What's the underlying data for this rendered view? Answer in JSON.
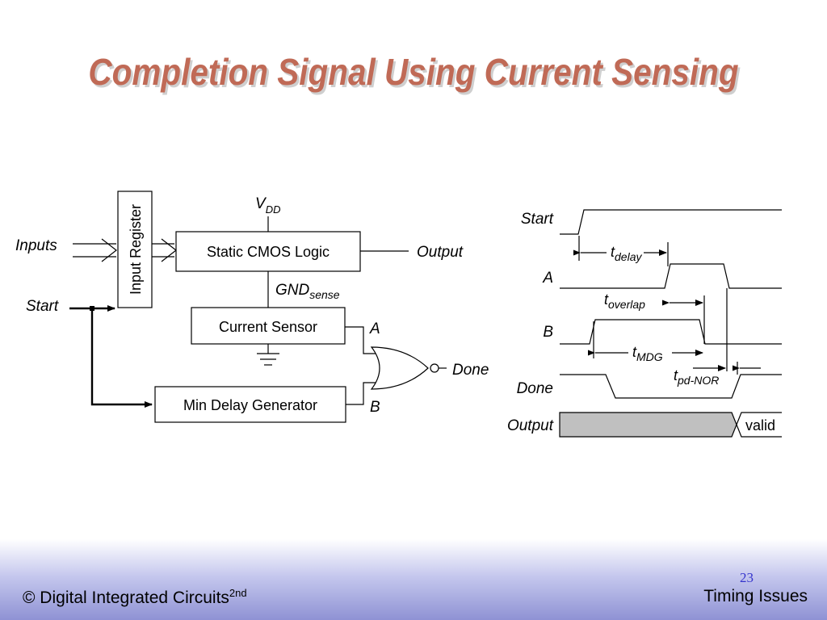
{
  "slide": {
    "title": "Completion Signal Using Current Sensing",
    "footer_left": "© Digital Integrated Circuits",
    "footer_left_sup": "2nd",
    "footer_right": "Timing Issues",
    "page_number": "23"
  },
  "circuit": {
    "input_register": "Input Register",
    "inputs_label": "Inputs",
    "start_label": "Start",
    "logic_block": "Static CMOS Logic",
    "output_label": "Output",
    "vdd_main": "V",
    "vdd_sub": "DD",
    "gnd_main": "GND",
    "gnd_sub": "sense",
    "current_sensor": "Current Sensor",
    "min_delay": "Min Delay Generator",
    "a_label": "A",
    "b_label": "B",
    "done_label": "Done"
  },
  "timing": {
    "signals": [
      "Start",
      "A",
      "B",
      "Done",
      "Output"
    ],
    "valid_label": "valid",
    "t_delay": {
      "main": "t",
      "sub": "delay"
    },
    "t_overlap": {
      "main": "t",
      "sub": "overlap"
    },
    "t_mdg": {
      "main": "t",
      "sub": "MDG"
    },
    "t_pdnor": {
      "main": "t",
      "sub": "pd-NOR"
    },
    "output_undefined_fill": "#c0c0c0"
  }
}
